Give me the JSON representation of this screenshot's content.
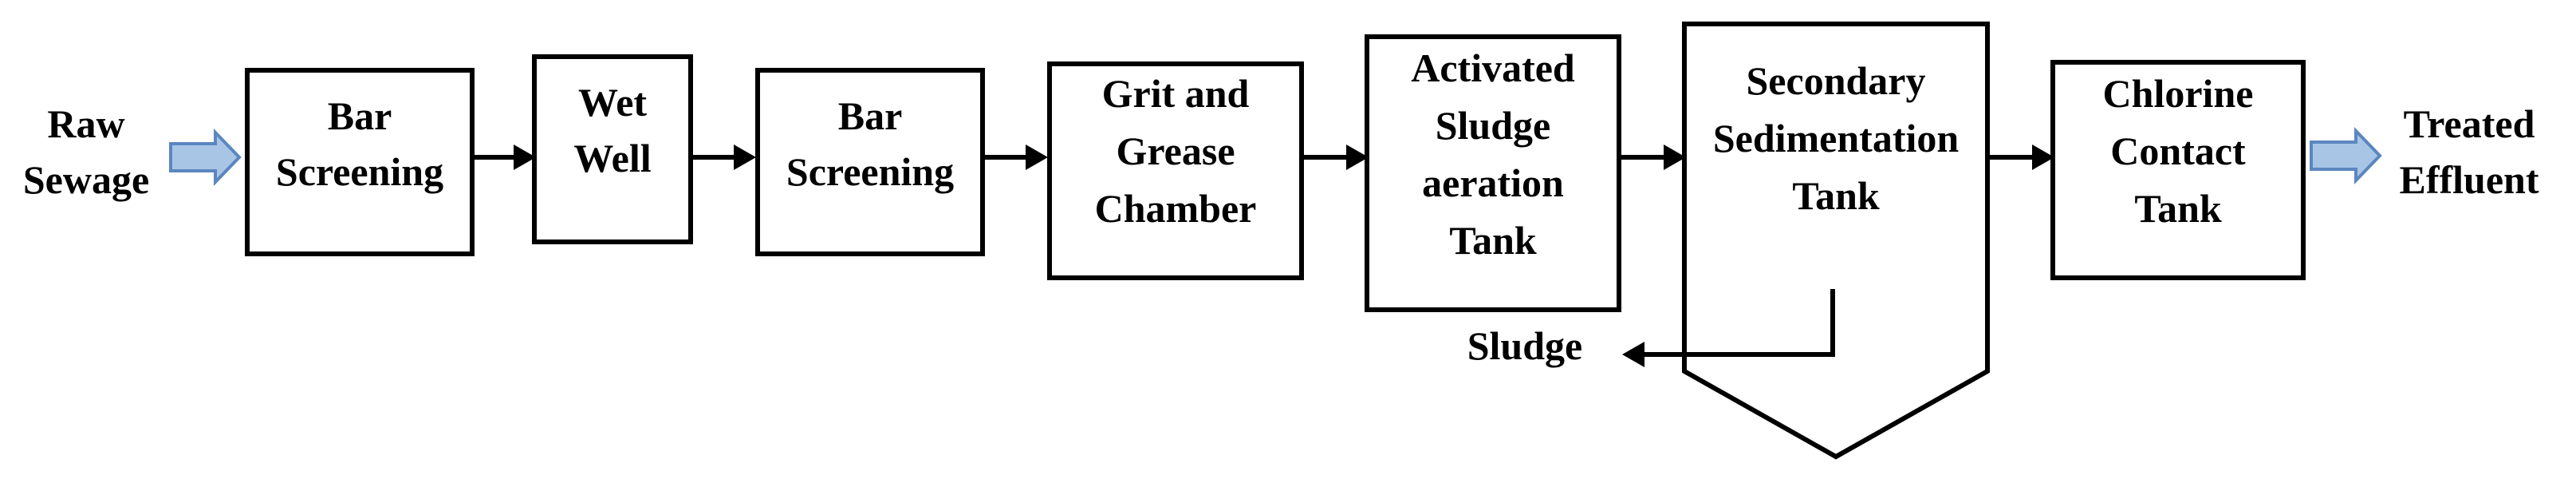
{
  "diagram": {
    "input_label": [
      "Raw",
      "Sewage"
    ],
    "output_label": [
      "Treated",
      "Effluent"
    ],
    "sludge_label": "Sludge",
    "steps": [
      {
        "lines": [
          "Bar",
          "Screening"
        ]
      },
      {
        "lines": [
          "Wet",
          "Well"
        ]
      },
      {
        "lines": [
          "Bar",
          "Screening"
        ]
      },
      {
        "lines": [
          "Grit and",
          "Grease",
          "Chamber"
        ]
      },
      {
        "lines": [
          "Activated",
          "Sludge",
          "aeration",
          "Tank"
        ]
      },
      {
        "lines": [
          "Secondary",
          "Sedimentation",
          "Tank"
        ]
      },
      {
        "lines": [
          "Chlorine",
          "Contact",
          "Tank"
        ]
      }
    ],
    "colors": {
      "box_stroke": "#000000",
      "input_arrow_fill": "#a9c5e6",
      "input_arrow_stroke": "#5b87bf"
    }
  }
}
